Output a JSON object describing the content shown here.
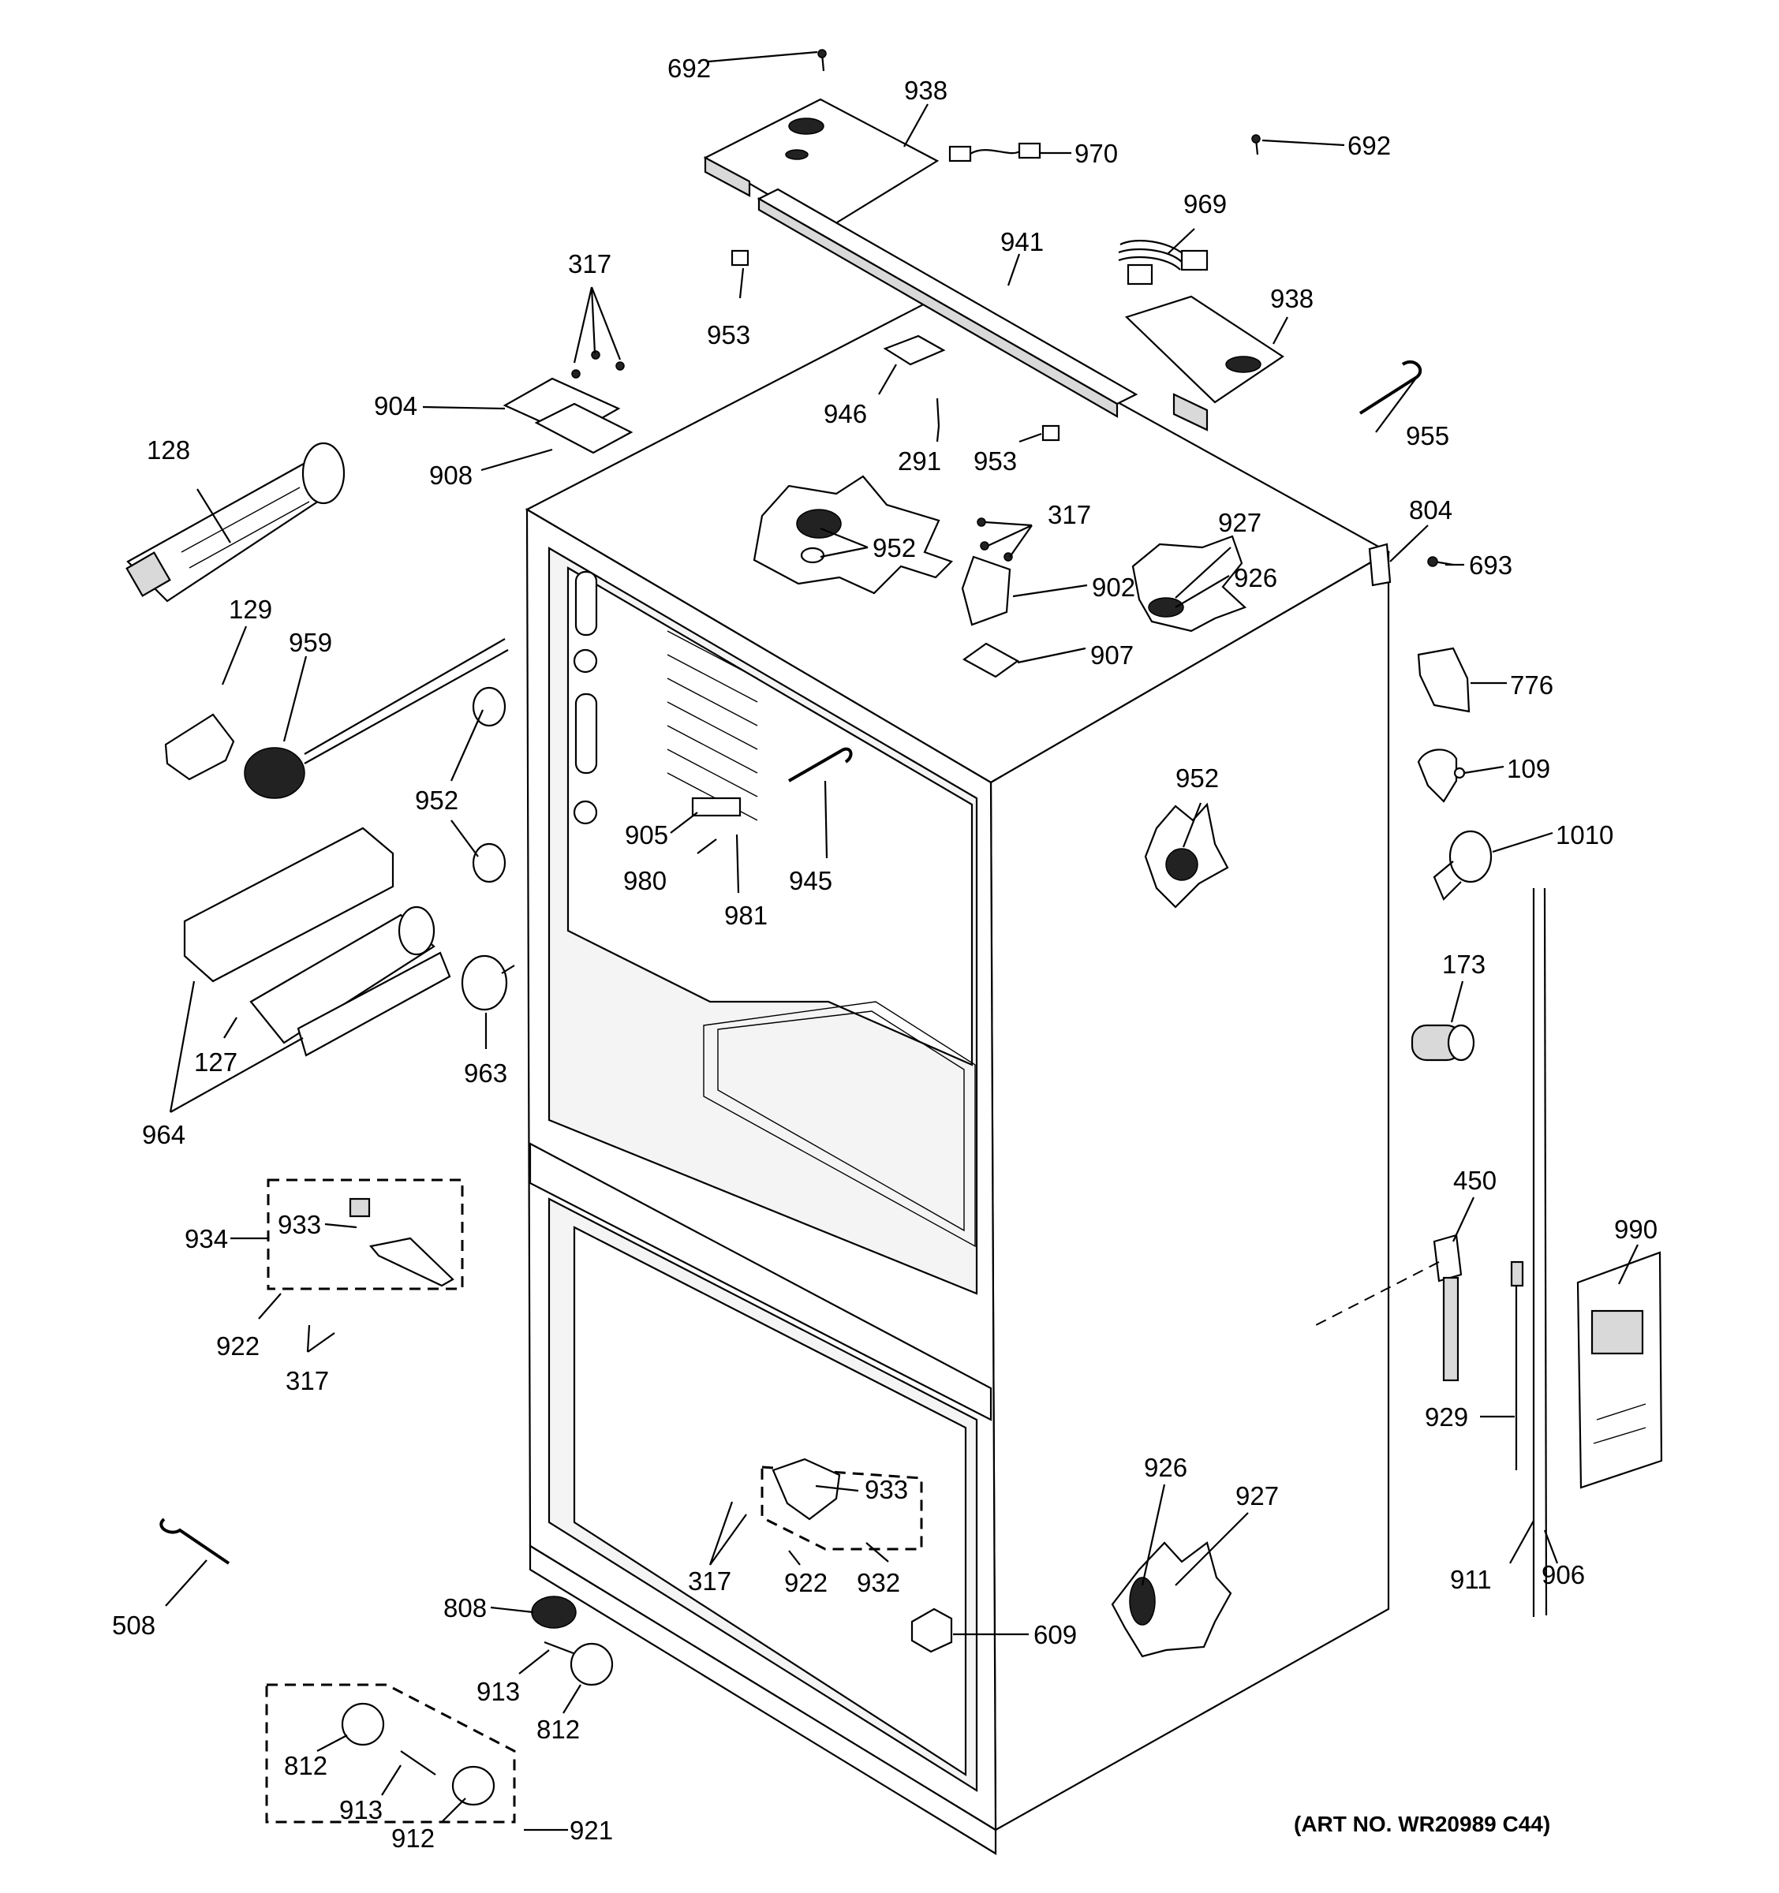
{
  "art_number": "(ART NO. WR20989 C44)",
  "callouts": {
    "c692a": "692",
    "c938a": "938",
    "c970": "970",
    "c692b": "692",
    "c969": "969",
    "c317a": "317",
    "c941": "941",
    "c938b": "938",
    "c953a": "953",
    "c904": "904",
    "c946": "946",
    "c955": "955",
    "c128": "128",
    "c291": "291",
    "c953b": "953",
    "c908": "908",
    "c317b": "317",
    "c804": "804",
    "c927a": "927",
    "c952a": "952",
    "c693": "693",
    "c926a": "926",
    "c902": "902",
    "c129": "129",
    "c959": "959",
    "c907": "907",
    "c776": "776",
    "c952b": "952",
    "c952c": "952",
    "c109": "109",
    "c905": "905",
    "c1010": "1010",
    "c945": "945",
    "c980": "980",
    "c981": "981",
    "c173": "173",
    "c963": "963",
    "c127": "127",
    "c964": "964",
    "c450": "450",
    "c990": "990",
    "c933a": "933",
    "c934": "934",
    "c922a": "922",
    "c317c": "317",
    "c929": "929",
    "c926b": "926",
    "c927b": "927",
    "c933b": "933",
    "c508": "508",
    "c317d": "317",
    "c922b": "922",
    "c932": "932",
    "c911": "911",
    "c906": "906",
    "c808": "808",
    "c609": "609",
    "c913a": "913",
    "c812a": "812",
    "c812b": "812",
    "c913b": "913",
    "c912": "912",
    "c921": "921"
  }
}
